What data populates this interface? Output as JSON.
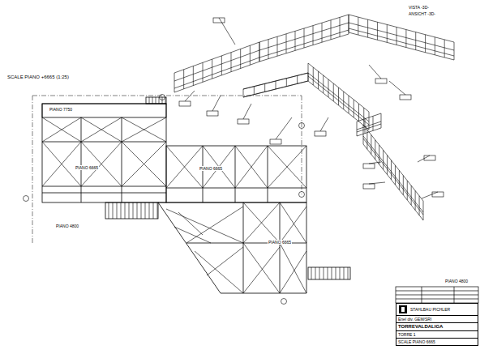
{
  "diagram": {
    "title": "SCALE PIANO +6665 (1:25)",
    "nodes": [
      {
        "text": [
          "STAHLBAU PICHLER",
          "Enel div. GEM/SRI",
          "TORREVALDALIGA",
          "TORRE 1",
          "SCALE PIANO 6665"
        ]
      }
    ],
    "labels": [
      "PIANO 7750",
      "PIANO 6665",
      "PIANO 6665",
      "PIANO 4800",
      "PIANO 6665",
      "PIANO 4800",
      "VISTA -3D-",
      "ANSICHT -3D-"
    ]
  }
}
